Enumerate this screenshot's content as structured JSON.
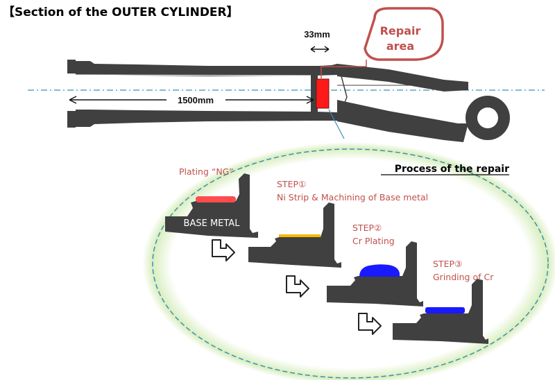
{
  "title": "【Section of the OUTER CYLINDER】",
  "dimensions": {
    "width_label": "33mm",
    "length_label": "1500mm"
  },
  "callout": {
    "line1": "Repair",
    "line2": "area"
  },
  "process": {
    "heading": "Process of the repair",
    "initial_label": "Plating “NG”",
    "base_label": "BASE METAL",
    "steps": [
      {
        "step": "STEP①",
        "desc": "Ni Strip & Machining of Base metal"
      },
      {
        "step": "STEP②",
        "desc": "Cr Plating"
      },
      {
        "step": "STEP③",
        "desc": "Grinding of Cr"
      }
    ]
  },
  "colors": {
    "metal": "#404040",
    "repair_area": "#ff1a1a",
    "bad_plating": "#ff4d4d",
    "ni_layer": "#f5b800",
    "chrome": "#1a1aff",
    "accent_red": "#c0504d",
    "centerline": "#3a8fb7",
    "glow": "#b9e08a"
  }
}
